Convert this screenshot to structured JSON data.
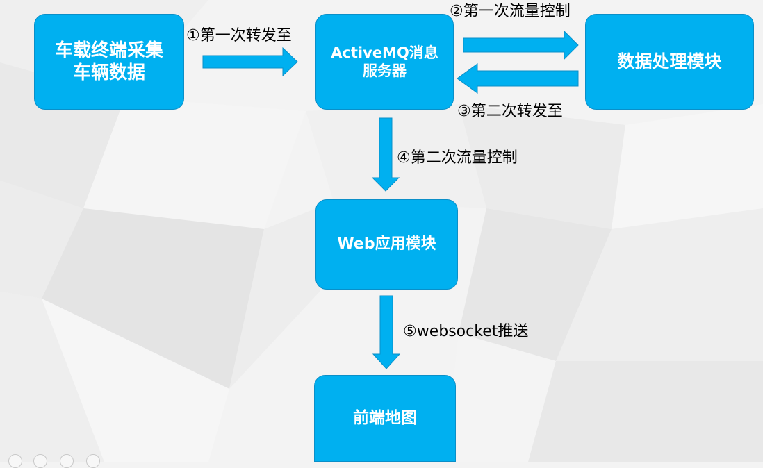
{
  "nodes": {
    "vehicle_terminal": {
      "line1": "车载终端采集",
      "line2": "车辆数据"
    },
    "activemq": {
      "line1": "ActiveMQ消息",
      "line2": "服务器"
    },
    "data_processing": {
      "line1": "数据处理模块"
    },
    "web_app": {
      "line1": "Web应用模块"
    },
    "frontend_map": {
      "line1": "前端地图"
    }
  },
  "edges": {
    "e1": "①第一次转发至",
    "e2": "②第一次流量控制",
    "e3": "③第二次转发至",
    "e4": "④第二次流量控制",
    "e5": "⑤websocket推送"
  },
  "colors": {
    "node_fill": "#00b0f0",
    "node_border": "#0a8fc8",
    "node_text": "#ffffff",
    "label_text": "#000000"
  },
  "toolbar_icons": [
    "arrow-left-icon",
    "menu-icon",
    "zoom-icon",
    "arrow-right-icon"
  ]
}
